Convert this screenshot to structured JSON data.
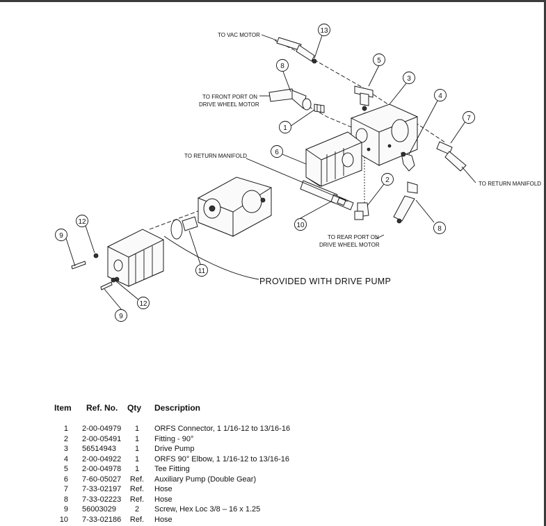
{
  "callouts": {
    "to_vac_motor": "TO VAC MOTOR",
    "to_front_port": [
      "TO FRONT PORT ON",
      "DRIVE WHEEL MOTOR"
    ],
    "to_return_manifold_left": "TO RETURN MANIFOLD",
    "to_return_manifold_right": "TO RETURN MANIFOLD",
    "to_rear_port": [
      "TO REAR PORT ON",
      "DRIVE WHEEL MOTOR"
    ],
    "provided_with_drive_pump": "PROVIDED WITH DRIVE PUMP"
  },
  "bubbles": [
    "13",
    "8",
    "5",
    "3",
    "1",
    "4",
    "7",
    "6",
    "2",
    "10",
    "8",
    "12",
    "9",
    "11",
    "12",
    "9"
  ],
  "table": {
    "headers": {
      "item": "Item",
      "ref": "Ref. No.",
      "qty": "Qty",
      "desc": "Description"
    },
    "rows": [
      {
        "item": "1",
        "ref": "2-00-04979",
        "qty": "1",
        "desc": "ORFS Connector, 1 1/16-12 to 13/16-16"
      },
      {
        "item": "2",
        "ref": "2-00-05491",
        "qty": "1",
        "desc": "Fitting - 90°"
      },
      {
        "item": "3",
        "ref": "56514943",
        "qty": "1",
        "desc": "Drive Pump"
      },
      {
        "item": "4",
        "ref": "2-00-04922",
        "qty": "1",
        "desc": "ORFS 90° Elbow, 1 1/16-12 to 13/16-16"
      },
      {
        "item": "5",
        "ref": "2-00-04978",
        "qty": "1",
        "desc": "Tee Fitting"
      },
      {
        "item": "6",
        "ref": "7-60-05027",
        "qty": "Ref.",
        "desc": "Auxiliary Pump (Double Gear)"
      },
      {
        "item": "7",
        "ref": "7-33-02197",
        "qty": "Ref.",
        "desc": "Hose"
      },
      {
        "item": "8",
        "ref": "7-33-02223",
        "qty": "Ref.",
        "desc": "Hose"
      },
      {
        "item": "9",
        "ref": "56003029",
        "qty": "2",
        "desc": "Screw, Hex Loc 3/8 – 16 x 1.25"
      },
      {
        "item": "10",
        "ref": "7-33-02186",
        "qty": "Ref.",
        "desc": "Hose"
      }
    ]
  }
}
